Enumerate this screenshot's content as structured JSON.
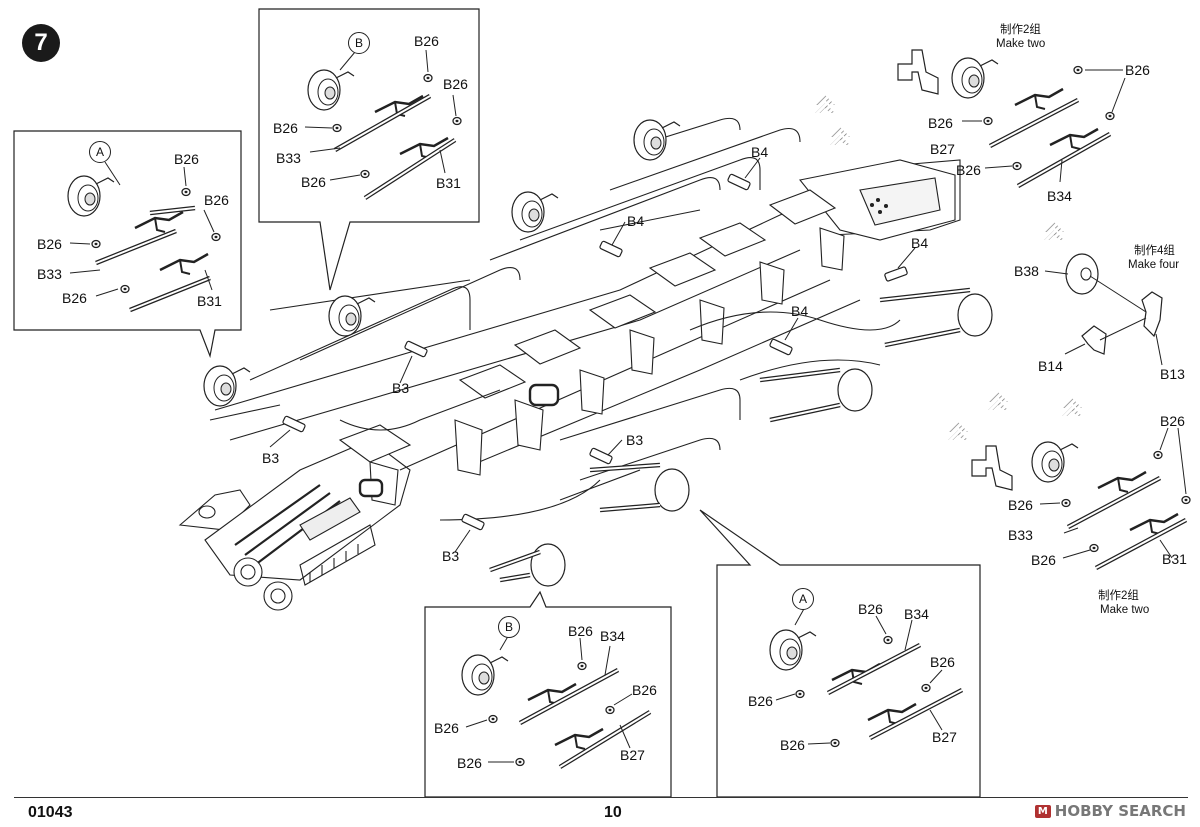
{
  "step_number": "7",
  "footer": {
    "code": "01043",
    "page": "10",
    "watermark": "HOBBY SEARCH"
  },
  "callouts": {
    "a": "A",
    "b": "B"
  },
  "notes": {
    "make_two_top_cn": "制作2组",
    "make_two_top_en": "Make two",
    "make_four_cn": "制作4组",
    "make_four_en": "Make four",
    "make_two_bottom_cn": "制作2组",
    "make_two_bottom_en": "Make two"
  },
  "parts": {
    "b3": "B3",
    "b4": "B4",
    "b13": "B13",
    "b14": "B14",
    "b26": "B26",
    "b27": "B27",
    "b31": "B31",
    "b33": "B33",
    "b34": "B34",
    "b38": "B38"
  },
  "colors": {
    "ink": "#1a1a1a",
    "line": "#222222",
    "hatch": "#9a9a9a"
  }
}
